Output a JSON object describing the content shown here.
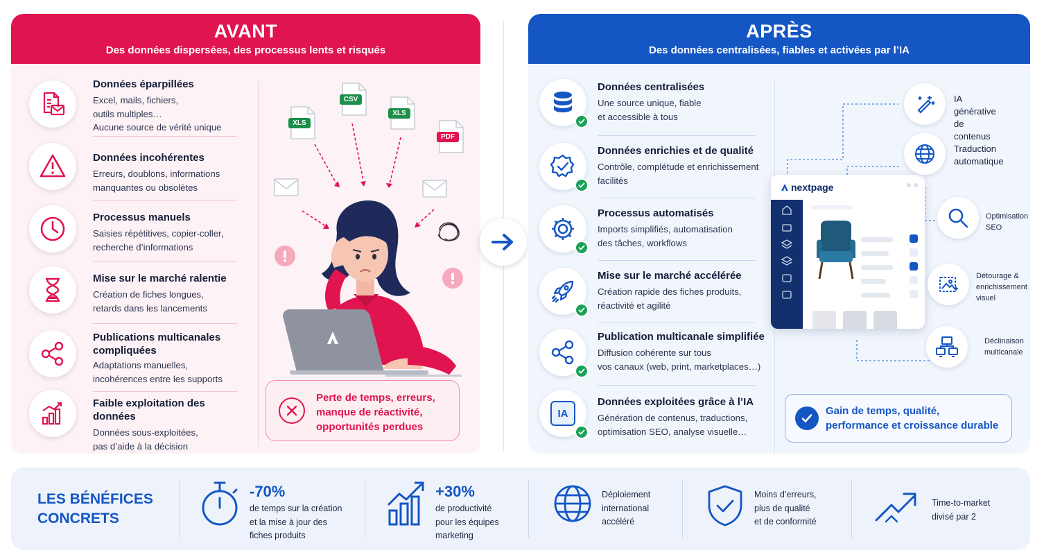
{
  "left": {
    "title": "AVANT",
    "subtitle": "Des données dispersées, des processus lents et risqués",
    "items": [
      {
        "title": "Données éparpillées",
        "desc": "Excel, mails, fichiers,\noutils multiples…\nAucune source de vérité unique",
        "icon": "document-mail-icon"
      },
      {
        "title": "Données incohérentes",
        "desc": "Erreurs, doublons, informations\nmanquantes ou obsolètes",
        "icon": "warning-icon"
      },
      {
        "title": "Processus manuels",
        "desc": "Saisies répétitives, copier-coller,\nrecherche d’informations",
        "icon": "clock-icon"
      },
      {
        "title": "Mise sur le marché ralentie",
        "desc": "Création de fiches longues,\nretards dans les lancements",
        "icon": "hourglass-icon"
      },
      {
        "title": "Publications multicanales\ncompliquées",
        "desc": "Adaptations manuelles,\nincohérences entre les supports",
        "icon": "share-icon"
      },
      {
        "title": "Faible exploitation des données",
        "desc": "Données sous-exploitées,\npas d’aide à la décision",
        "icon": "bar-chart-icon"
      }
    ],
    "files": [
      "XLS",
      "CSV",
      "XLS",
      "PDF"
    ],
    "alert": "Perte de temps, erreurs,\nmanque de réactivité,\nopportunités perdues"
  },
  "right": {
    "title": "APRÈS",
    "subtitle": "Des données centralisées, fiables et activées par l’IA",
    "items": [
      {
        "title": "Données centralisées",
        "desc": "Une source unique, fiable\net accessible à tous",
        "icon": "database-icon"
      },
      {
        "title": "Données enrichies et de qualité",
        "desc": "Contrôle, complétude et enrichissement\nfacilités",
        "icon": "quality-badge-icon"
      },
      {
        "title": "Processus automatisés",
        "desc": "Imports simplifiés, automatisation\ndes tâches, workflows",
        "icon": "gear-icon"
      },
      {
        "title": "Mise sur le marché accélérée",
        "desc": "Création rapide des fiches produits,\nréactivité et agilité",
        "icon": "rocket-icon"
      },
      {
        "title": "Publication multicanale simplifiée",
        "desc": "Diffusion cohérente sur tous\nvos canaux (web, print, marketplaces…)",
        "icon": "share-icon"
      },
      {
        "title": "Données exploitées grâce à l’IA",
        "desc": "Génération de contenus, traductions,\noptimisation SEO, analyse visuelle…",
        "icon": "ai-chip-icon",
        "icon_text": "IA"
      }
    ],
    "features": [
      {
        "label": "IA générative\nde contenus",
        "icon": "magic-wand-icon"
      },
      {
        "label": "Traduction\nautomatique",
        "icon": "globe-icon"
      },
      {
        "label": "Optimisation\nSEO",
        "icon": "magnifier-icon"
      },
      {
        "label": "Détourage &\nenrichissement\nvisuel",
        "icon": "image-edit-icon"
      },
      {
        "label": "Déclinaison\nmulticanale",
        "icon": "multi-screen-icon"
      }
    ],
    "mock_logo": "nextpage",
    "gain": "Gain de temps, qualité,\nperformance et croissance durable"
  },
  "benefits": {
    "title": "LES BÉNÉFICES\nCONCRETS",
    "items": [
      {
        "big": "-70%",
        "desc": "de temps sur la création\net la mise à jour des\nfiches produits",
        "icon": "stopwatch-icon"
      },
      {
        "big": "+30%",
        "desc": "de productivité\npour les équipes\nmarketing",
        "icon": "growth-chart-icon"
      },
      {
        "big": "",
        "desc": "Déploiement\ninternational\naccéléré",
        "icon": "globe-icon"
      },
      {
        "big": "",
        "desc": "Moins d’erreurs,\nplus de qualité\net de conformité",
        "icon": "shield-check-icon"
      },
      {
        "big": "",
        "desc": "Time-to-market\ndivisé par 2",
        "icon": "trend-up-icon"
      }
    ]
  },
  "colors": {
    "red": "#e0144f",
    "blue": "#1456c4",
    "green": "#1aa158"
  }
}
